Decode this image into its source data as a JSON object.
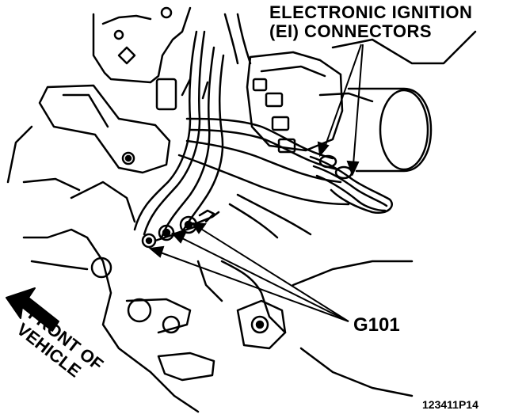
{
  "callouts": {
    "ei_line1": "ELECTRONIC IGNITION",
    "ei_line2": "(EI) CONNECTORS",
    "ground": "G101",
    "front_line1": "FRONT OF",
    "front_line2": "VEHICLE",
    "figure_code": "123411P14"
  },
  "colors": {
    "ink": "#000000",
    "paper": "#ffffff"
  }
}
